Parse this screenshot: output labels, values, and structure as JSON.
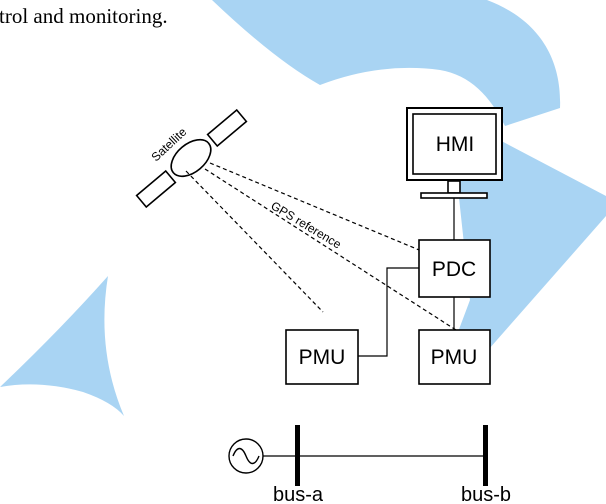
{
  "top_text": "trol and monitoring.",
  "satellite": {
    "label": "Satellite"
  },
  "gps": {
    "label": "GPS reference"
  },
  "hmi": {
    "label": "HMI"
  },
  "pdc": {
    "label": "PDC"
  },
  "pmu_left": {
    "label": "PMU"
  },
  "pmu_right": {
    "label": "PMU"
  },
  "bus_a": {
    "label": "bus-a"
  },
  "bus_b": {
    "label": "bus-b"
  },
  "colors": {
    "watermark": "#a9d4f3",
    "line": "#000000"
  }
}
